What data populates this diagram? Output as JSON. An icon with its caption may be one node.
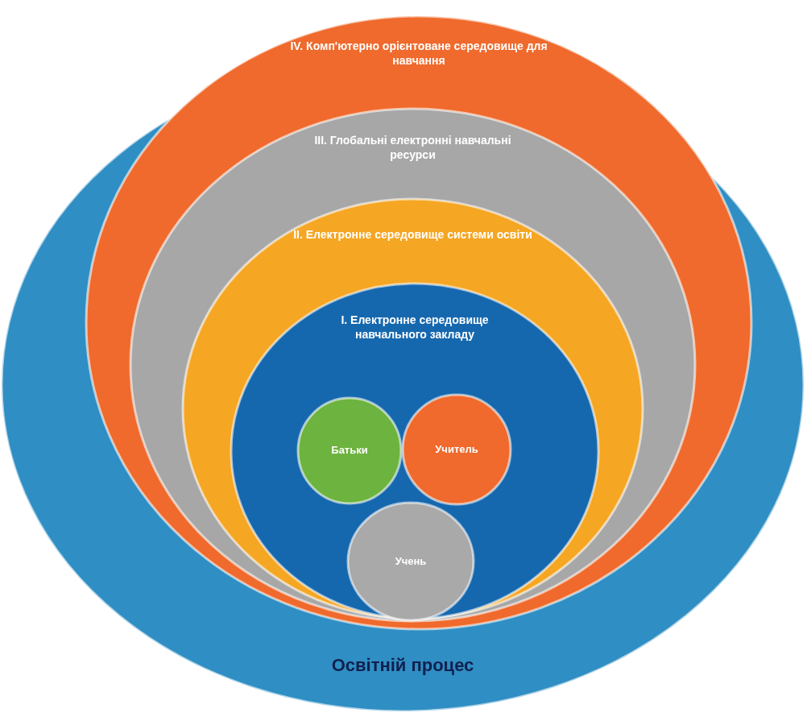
{
  "diagram": {
    "nodes": [
      {
        "text": [
          "Освітній процес"
        ]
      },
      {
        "text": [
          "IV. Комп'ютерно орієнтоване середовище для навчання"
        ]
      },
      {
        "text": [
          "III. Глобальні електронні навчальні ресурси"
        ],
        "in": 1
      },
      {
        "text": [
          "II. Електронне середовище системи освіти"
        ],
        "in": 2
      },
      {
        "text": [
          "I. Електронне середовище навчального закладу"
        ],
        "in": 3
      },
      {
        "text": [
          "Батьки"
        ],
        "in": 4
      },
      {
        "text": [
          "Учитель"
        ],
        "in": 4
      },
      {
        "text": [
          "Учень"
        ],
        "in": 4
      }
    ]
  }
}
